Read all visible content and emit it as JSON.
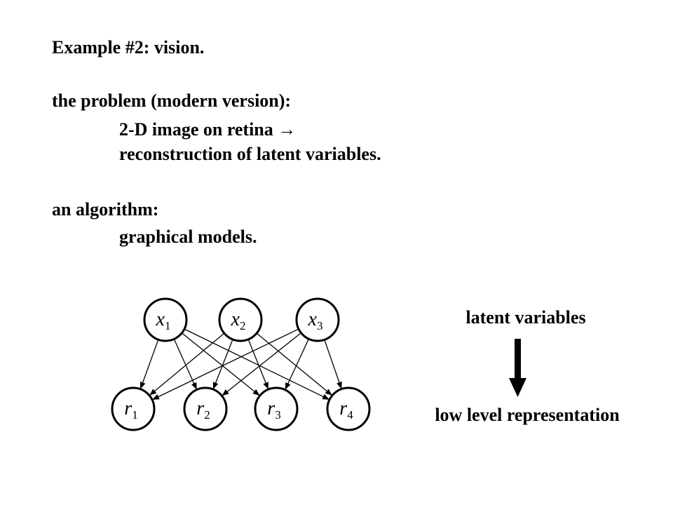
{
  "text": {
    "heading": "Example #2: vision.",
    "problem_label": "the problem (modern version):",
    "problem_line1": "2-D image on retina →",
    "problem_line2": "reconstruction of latent variables.",
    "algorithm_label": "an algorithm:",
    "algorithm_line1": "graphical models."
  },
  "diagram": {
    "latent_nodes": [
      {
        "var": "x",
        "sub": "1"
      },
      {
        "var": "x",
        "sub": "2"
      },
      {
        "var": "x",
        "sub": "3"
      }
    ],
    "observed_nodes": [
      {
        "var": "r",
        "sub": "1"
      },
      {
        "var": "r",
        "sub": "2"
      },
      {
        "var": "r",
        "sub": "3"
      },
      {
        "var": "r",
        "sub": "4"
      }
    ],
    "edges": [
      [
        0,
        0
      ],
      [
        0,
        1
      ],
      [
        0,
        2
      ],
      [
        0,
        3
      ],
      [
        1,
        0
      ],
      [
        1,
        1
      ],
      [
        1,
        2
      ],
      [
        1,
        3
      ],
      [
        2,
        0
      ],
      [
        2,
        1
      ],
      [
        2,
        2
      ],
      [
        2,
        3
      ]
    ],
    "latent_caption": "latent variables",
    "observed_caption": "low level representation"
  }
}
